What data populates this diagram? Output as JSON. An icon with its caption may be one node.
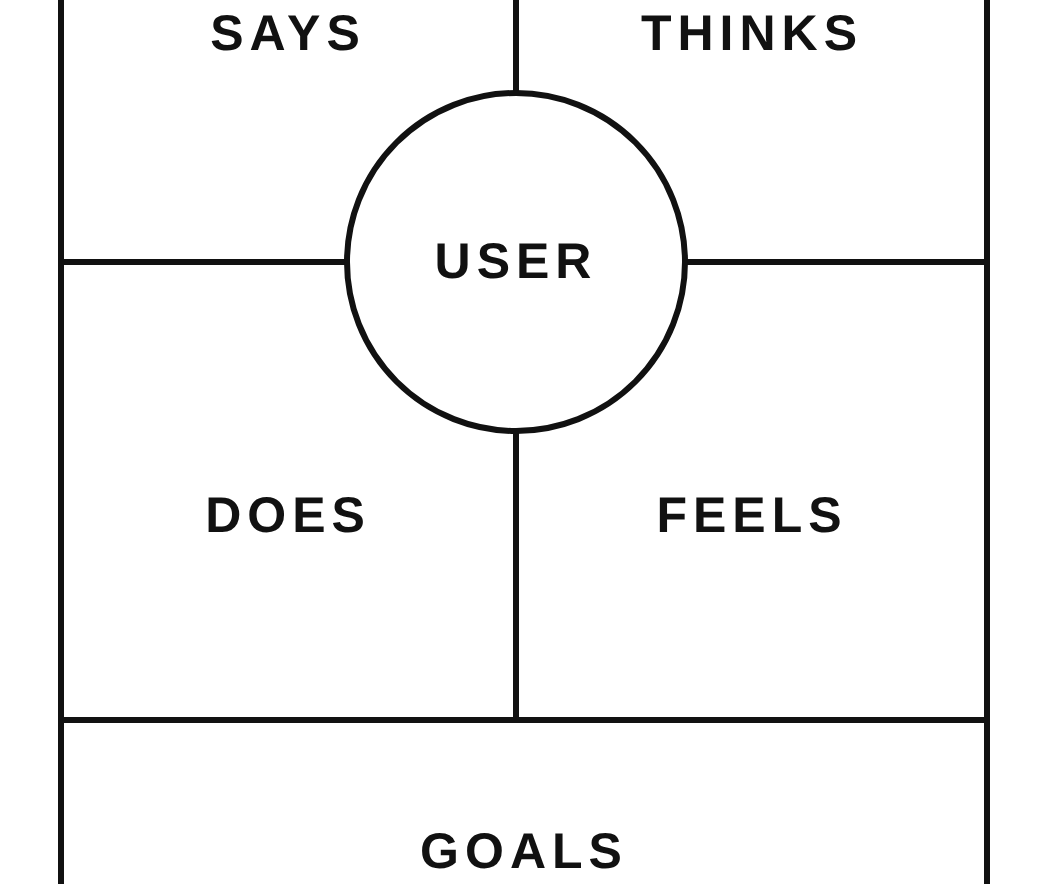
{
  "diagram": {
    "nodes": [
      {
        "text": [
          "SAYS"
        ]
      },
      {
        "text": [
          "THINKS"
        ]
      },
      {
        "text": [
          "USER"
        ]
      },
      {
        "text": [
          "DOES"
        ]
      },
      {
        "text": [
          "FEELS"
        ]
      },
      {
        "text": [
          "GOALS"
        ]
      }
    ]
  }
}
